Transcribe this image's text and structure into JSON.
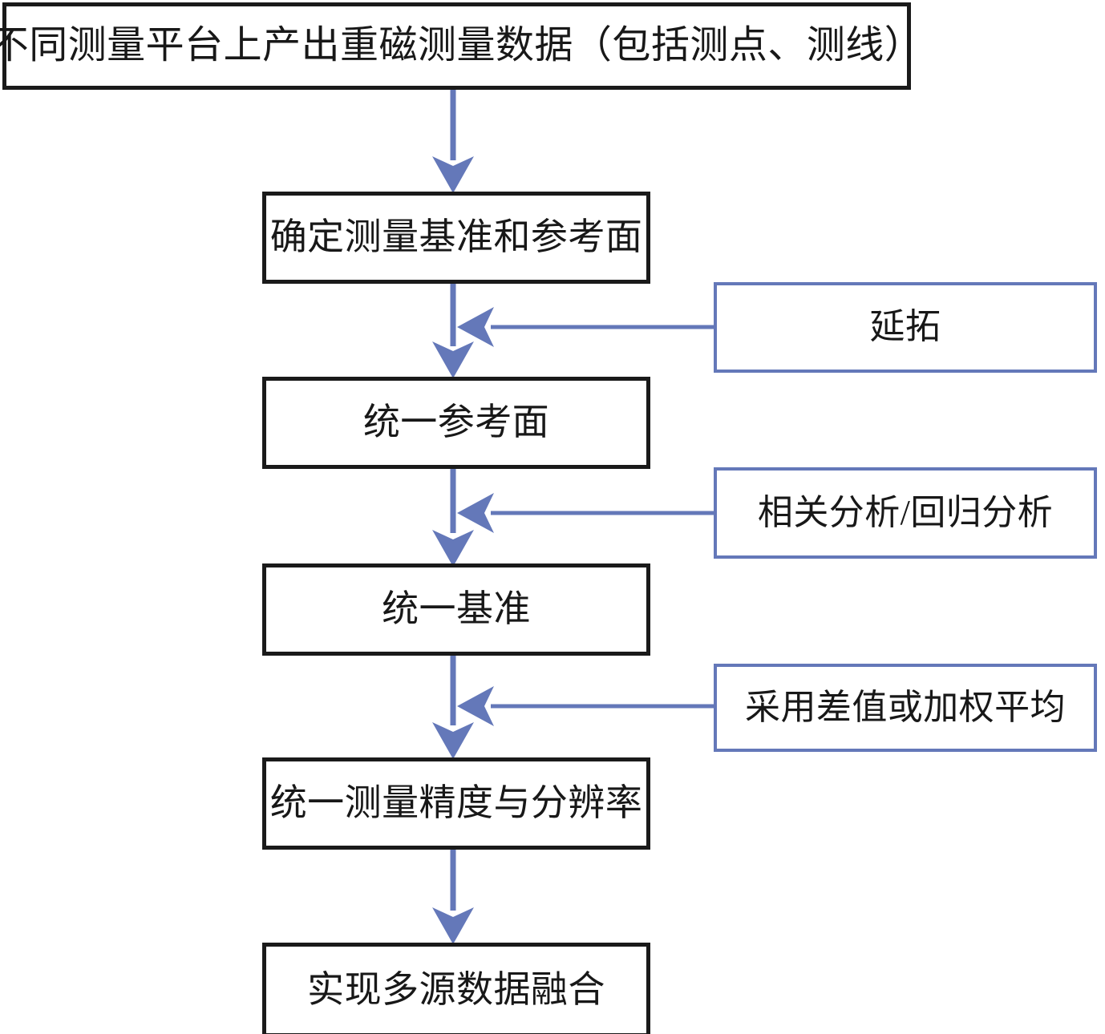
{
  "diagram": {
    "title_node": {
      "id": "source-data",
      "text": "不同测量平台上产出重磁测量数据（包括测点、测线）"
    },
    "accent_color": "#6478b9",
    "node_border_color": "#1a1a1a",
    "background_color": "#ffffff",
    "steps": [
      {
        "id": "step-1",
        "text": "确定测量基准和参考面"
      },
      {
        "id": "step-2",
        "text": "统一参考面"
      },
      {
        "id": "step-3",
        "text": "统一基准"
      },
      {
        "id": "step-4",
        "text": "统一测量精度与分辨率"
      },
      {
        "id": "step-5",
        "text": "实现多源数据融合"
      }
    ],
    "methods": [
      {
        "id": "method-1",
        "text": "延拓",
        "targets": "step-2"
      },
      {
        "id": "method-2",
        "text": "相关分析/回归分析",
        "targets": "step-3"
      },
      {
        "id": "method-3",
        "text": "采用差值或加权平均",
        "targets": "step-4"
      }
    ]
  }
}
